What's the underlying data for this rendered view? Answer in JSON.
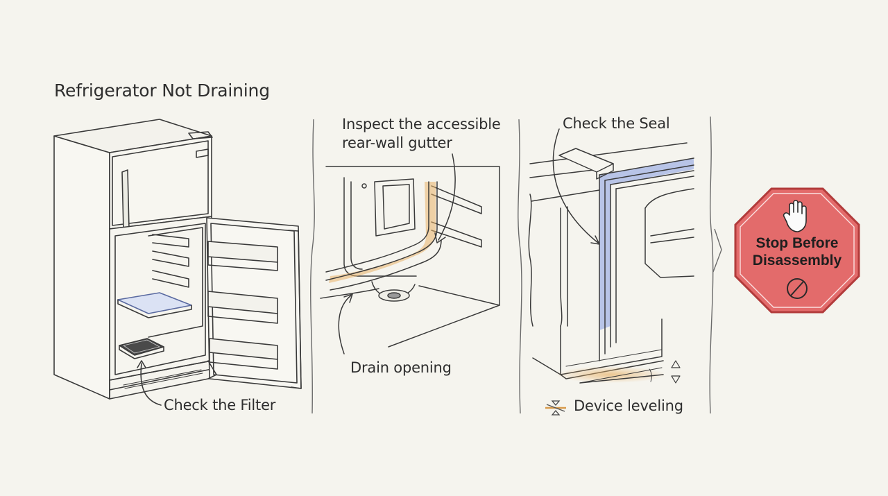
{
  "title": "Refrigerator Not Draining",
  "panels": {
    "filter": {
      "label": "Check the Filter"
    },
    "gutter": {
      "label": "Inspect the accessible rear-wall gutter"
    },
    "drain": {
      "label": "Drain opening"
    },
    "seal": {
      "label": "Check the Seal"
    },
    "leveling": {
      "label": "Device leveling"
    }
  },
  "stop": {
    "text": "Stop Before Disassembly"
  },
  "icons": {
    "hand": "hand-stop-icon",
    "prohibited": "prohibited-icon",
    "leveling": "leveling-icon"
  },
  "colors": {
    "background": "#f5f4ee",
    "line": "#3a3a3a",
    "filter_highlight": "#6f8ee0",
    "gutter_highlight": "#e0b06a",
    "seal_highlight": "#8fa3e3",
    "stop_fill": "#e36b6b",
    "stop_border": "#b23b3b"
  }
}
